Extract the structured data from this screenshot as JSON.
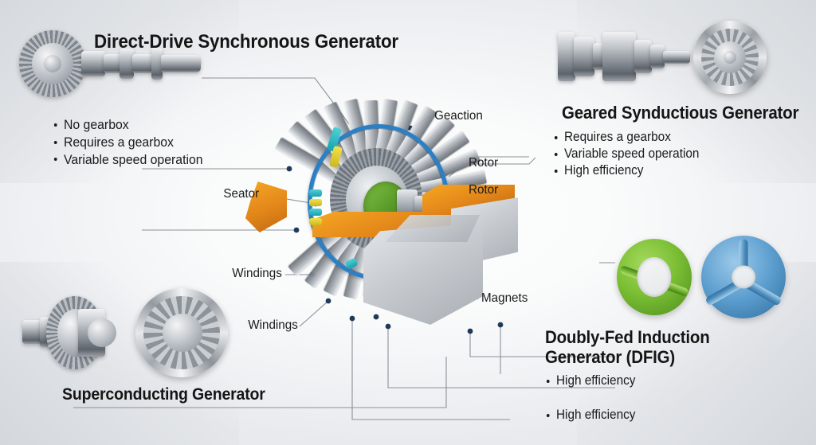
{
  "background": {
    "base_color": "#dcdfe3",
    "center_color": "#f7f8f9"
  },
  "theme": {
    "text_color": "#1b1b1b",
    "leader_line_color": "#7f868d",
    "leader_dot_color": "#1f3a57",
    "accent_blue": "#2b7fc4",
    "accent_green": "#7dc242",
    "accent_orange": "#f0920f",
    "accent_cyan": "#2ebcc6",
    "accent_yellow": "#e5d32c",
    "metal_gray": "#9aa0a7"
  },
  "sections": {
    "direct_drive": {
      "title": "Direct-Drive Synchronous Generator",
      "bullets": [
        "No gearbox",
        "Requires a gearbox",
        "Variable speed operation"
      ],
      "illustration": "gear-shaft-assembly"
    },
    "geared_synductious": {
      "title": "Geared Synductious Generator",
      "bullets": [
        "Requires a gearbox",
        "Variable speed operation",
        "High efficiency"
      ],
      "illustration": "bearing-shaft-turbine-disc"
    },
    "superconducting": {
      "title": "Superconducting Generator",
      "bullets": [],
      "illustration": "coil-rotor-and-stator-ring"
    },
    "dfig": {
      "title_line1": "Doubly-Fed Induction",
      "title_line2": "Generator (DFIG)",
      "bullets": [
        "High efficiency",
        "High efficiency"
      ],
      "illustration": "green-rotor-and-blue-spoked-wheel"
    }
  },
  "callouts": [
    {
      "label": "Geaction",
      "align": "left"
    },
    {
      "label": "Rotor",
      "align": "left"
    },
    {
      "label": "Rotor",
      "align": "left"
    },
    {
      "label": "Seator",
      "align": "right"
    },
    {
      "label": "Windings",
      "align": "right"
    },
    {
      "label": "Windings",
      "align": "right"
    },
    {
      "label": "Magnets",
      "align": "left"
    }
  ],
  "central_illustration": {
    "name": "cutaway-generator-assembly",
    "parts": [
      "radial-fin-stator-array",
      "blue-retaining-ring",
      "green-rotor-core",
      "toothed-inner-gear",
      "drive-shaft",
      "orange-magnet-block",
      "gray-housing-block",
      "cyan-yellow-windings"
    ]
  }
}
